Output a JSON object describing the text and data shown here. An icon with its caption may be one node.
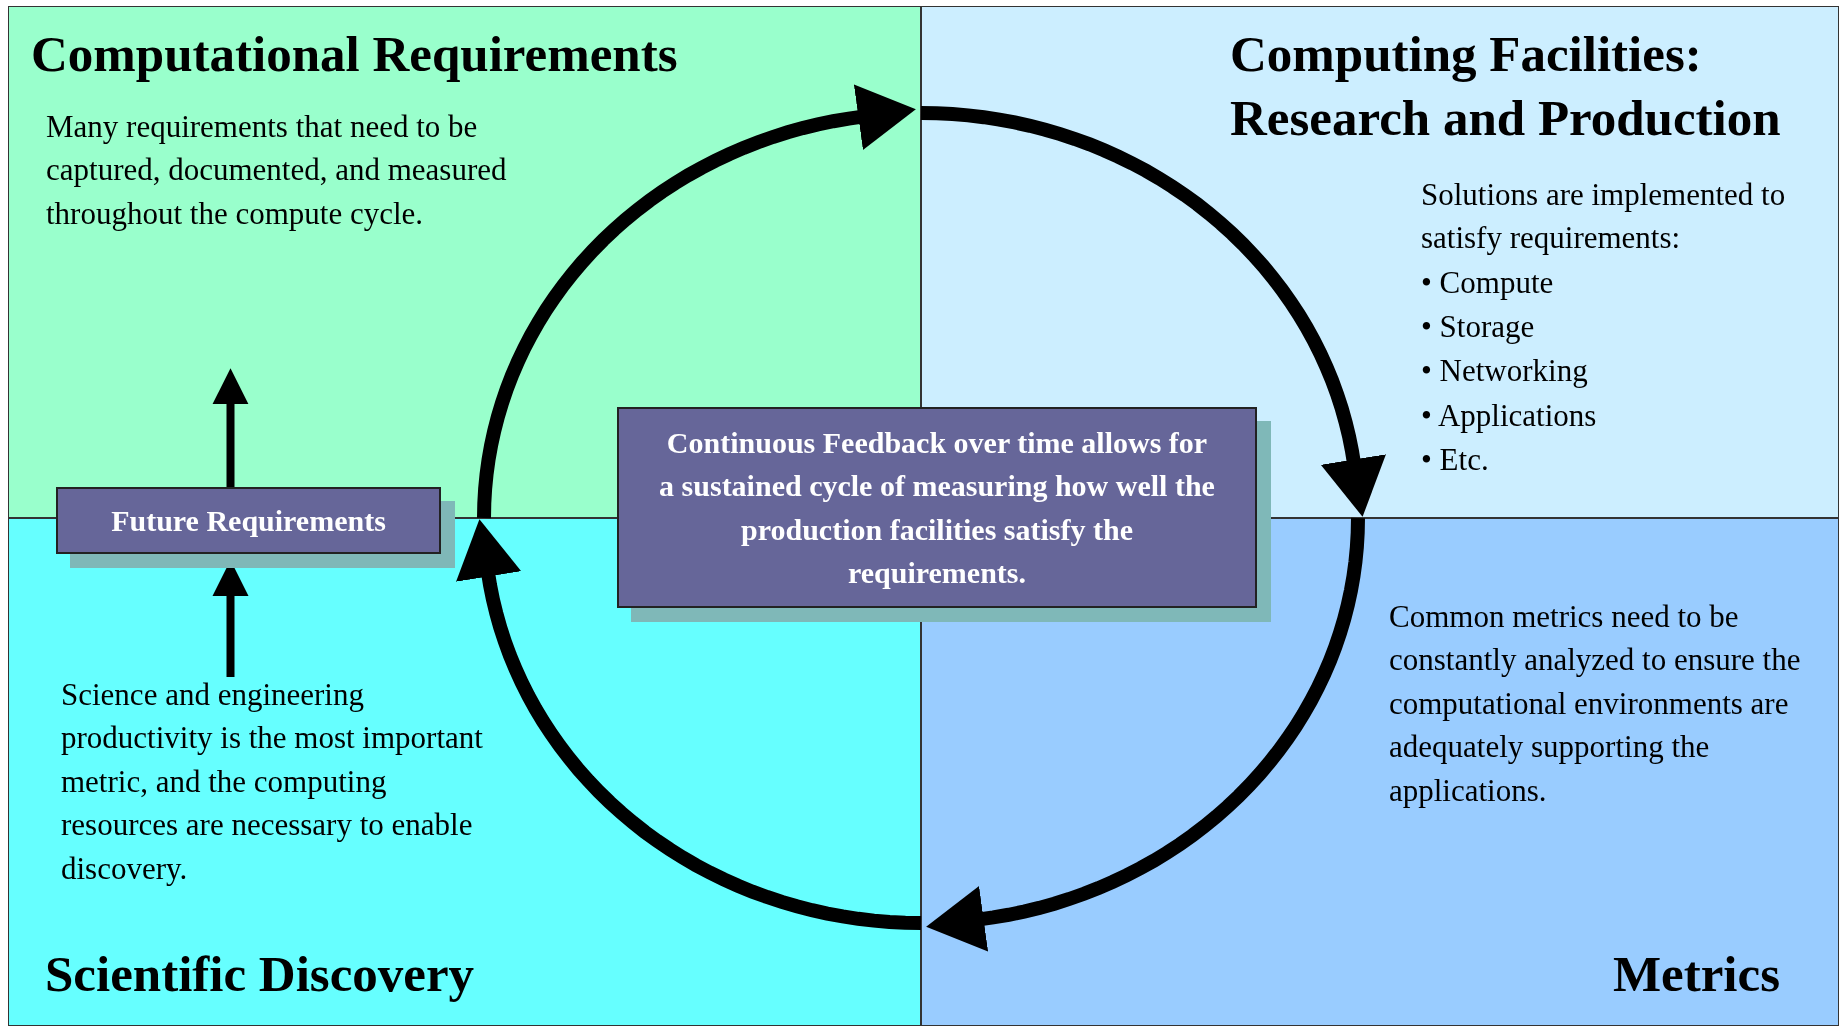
{
  "diagram": {
    "nodes": [
      {
        "text": [
          "Computational Requirements",
          "Many requirements that need to be captured, documented, and measured throughout the compute cycle."
        ]
      },
      {
        "text": [
          "Computing Facilities: Research and Production",
          "Solutions are implemented to satisfy requirements:",
          "• Compute",
          "• Storage",
          "• Networking",
          "• Applications",
          "• Etc."
        ]
      },
      {
        "text": [
          "Science and engineering productivity is the most important metric, and the computing resources are necessary to enable discovery.",
          "Scientific Discovery"
        ]
      },
      {
        "text": [
          "Common metrics need to be constantly analyzed to ensure the computational environments are adequately supporting the applications.",
          "Metrics"
        ]
      },
      {
        "text": [
          "Continuous Feedback over time allows for a sustained cycle of measuring how well the production facilities satisfy the requirements."
        ]
      },
      {
        "text": [
          "Future Requirements"
        ]
      }
    ],
    "edges": [
      {
        "from": 0,
        "to": 1,
        "arrow": "to"
      },
      {
        "from": 1,
        "to": 3,
        "arrow": "to"
      },
      {
        "from": 3,
        "to": 2,
        "arrow": "to"
      },
      {
        "from": 2,
        "to": 0,
        "arrow": "to"
      },
      {
        "from": 5,
        "to": 0,
        "arrow": "to"
      },
      {
        "from": 2,
        "to": 5,
        "arrow": "to"
      }
    ]
  }
}
